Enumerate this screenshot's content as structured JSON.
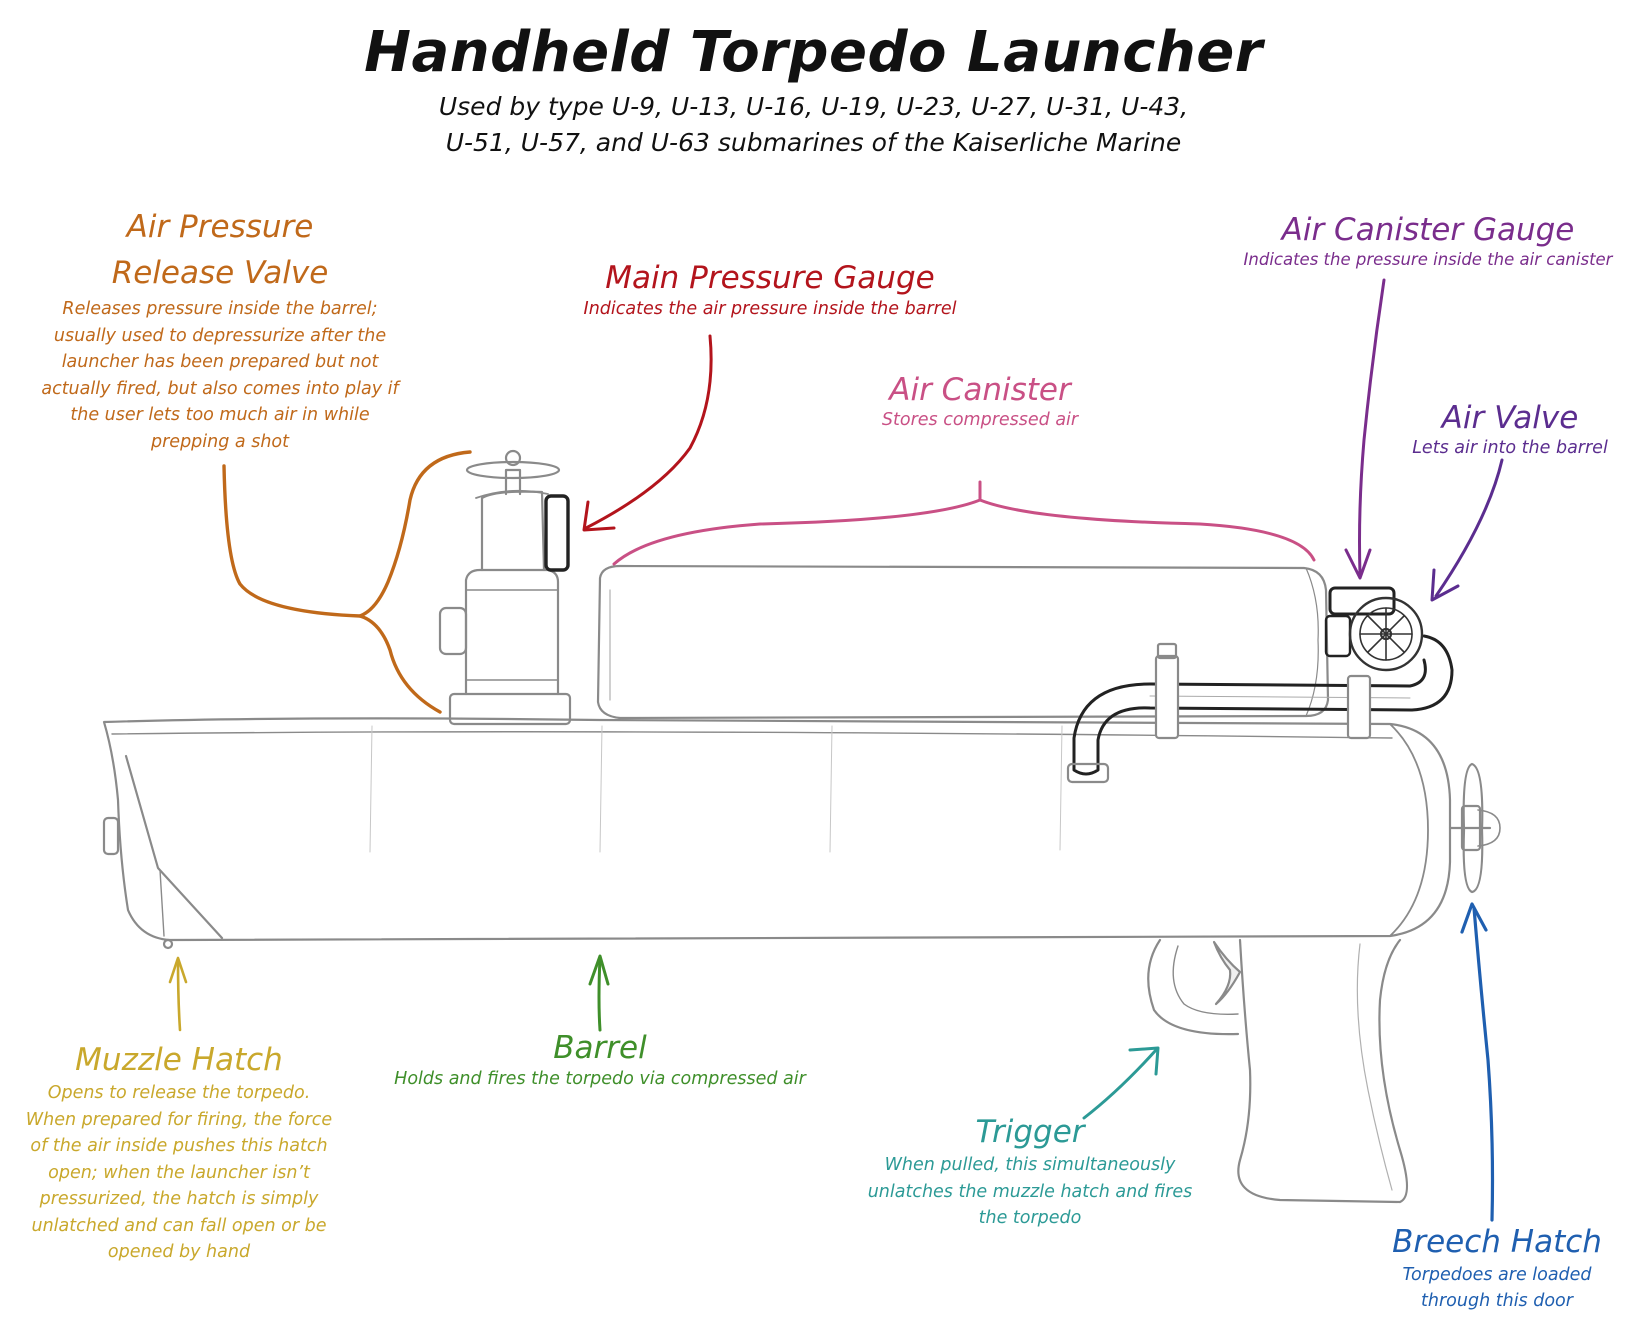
{
  "title": "Handheld Torpedo Launcher",
  "subtitle_lines": [
    "Used by type U-9, U-13, U-16, U-19, U-23, U-27, U-31, U-43,",
    "U-51, U-57, and U-63 submarines of the Kaiserliche Marine"
  ],
  "colors": {
    "outline": "#8a8a8a",
    "ink": "#111111",
    "air_pressure_release_valve": "#c0691a",
    "main_pressure_gauge": "#b3141c",
    "air_canister": "#c95085",
    "air_canister_gauge": "#7a2d8c",
    "air_valve": "#5b2d8f",
    "muzzle_hatch": "#c9a82c",
    "barrel": "#3f8f2a",
    "trigger": "#2c9a96",
    "breech_hatch": "#1f5fb0"
  },
  "labels": {
    "air_pressure_release_valve": {
      "name_lines": [
        "Air Pressure",
        "Release Valve"
      ],
      "desc_lines": [
        "Releases pressure inside the barrel;",
        "usually used to depressurize after the",
        "launcher has been prepared but not",
        "actually fired, but also comes into play if",
        "the user lets too much air in while",
        "prepping a shot"
      ]
    },
    "main_pressure_gauge": {
      "name": "Main Pressure Gauge",
      "desc": "Indicates the air pressure inside the barrel"
    },
    "air_canister": {
      "name": "Air Canister",
      "desc": "Stores compressed air"
    },
    "air_canister_gauge": {
      "name": "Air Canister Gauge",
      "desc": "Indicates the pressure inside the air canister"
    },
    "air_valve": {
      "name": "Air Valve",
      "desc": "Lets air into the barrel"
    },
    "muzzle_hatch": {
      "name": "Muzzle Hatch",
      "desc_lines": [
        "Opens to release the torpedo.",
        "When prepared for firing, the force",
        "of the air inside pushes this hatch",
        "open; when the launcher isn’t",
        "pressurized, the hatch is simply",
        "unlatched and can fall open or be",
        "opened by hand"
      ]
    },
    "barrel": {
      "name": "Barrel",
      "desc": "Holds and fires the torpedo via compressed air"
    },
    "trigger": {
      "name": "Trigger",
      "desc_lines": [
        "When pulled, this simultaneously",
        "unlatches the muzzle hatch and fires",
        "the torpedo"
      ]
    },
    "breech_hatch": {
      "name": "Breech Hatch",
      "desc_lines": [
        "Torpedoes are loaded",
        "through this door"
      ]
    }
  }
}
